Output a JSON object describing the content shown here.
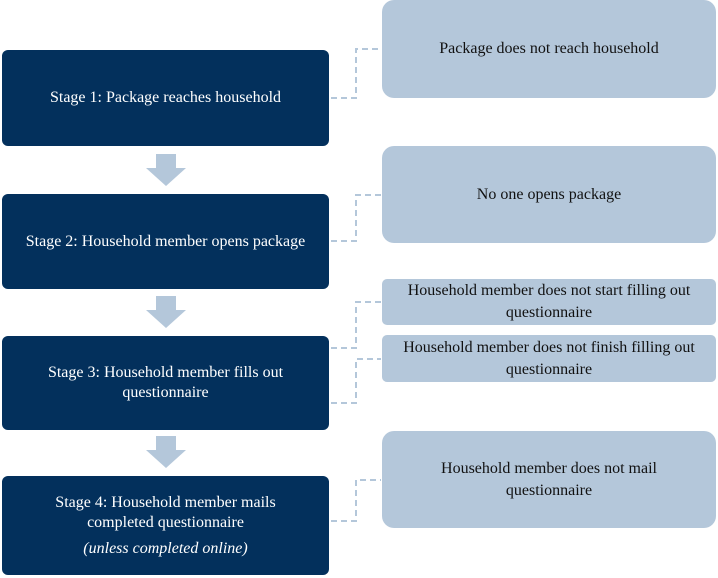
{
  "stages": [
    {
      "label": "Stage 1: Package reaches household"
    },
    {
      "label": "Stage 2: Household member opens package"
    },
    {
      "label": "Stage 3: Household member fills out questionnaire"
    },
    {
      "label": "Stage 4: Household member mails completed questionnaire",
      "note": "(unless completed online)"
    }
  ],
  "outcomes": [
    {
      "label": "Package does not reach household"
    },
    {
      "label": "No one opens package"
    },
    {
      "label": "Household member does not start filling out questionnaire"
    },
    {
      "label": "Household member does not finish filling out questionnaire"
    },
    {
      "label": "Household member does not mail questionnaire"
    }
  ],
  "colors": {
    "stage_fill": "#03305c",
    "outcome_fill": "#b4c7da",
    "arrow_fill": "#b4c7da",
    "connector_stroke": "#b4c7da"
  }
}
